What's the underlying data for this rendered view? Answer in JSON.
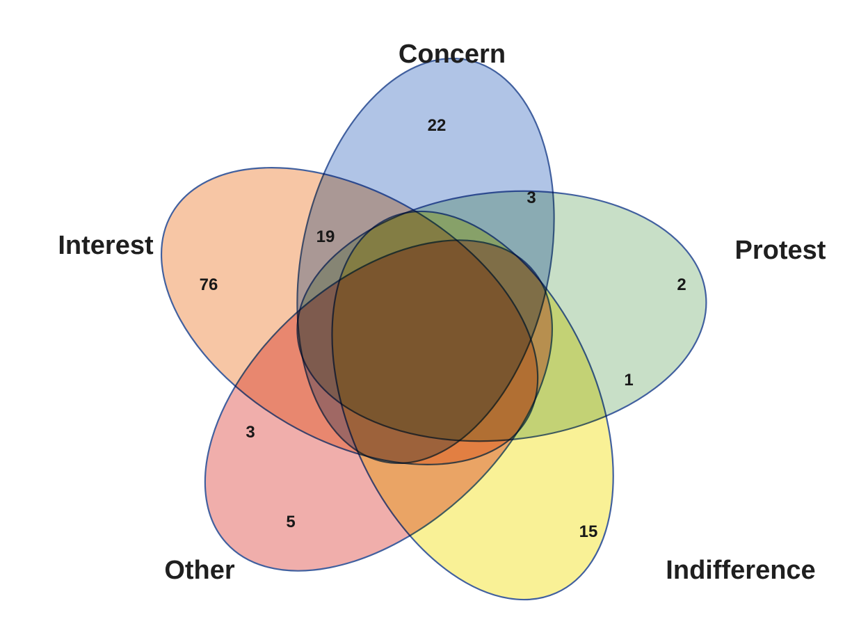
{
  "venn": {
    "background": "#ffffff",
    "outline_color": "#41609f",
    "text_color": "#1f1f1f",
    "sets": [
      {
        "label": "Concern",
        "count": "22",
        "color": "#7f9fd6"
      },
      {
        "label": "Protest",
        "count": "2",
        "color": "#a6cba4"
      },
      {
        "label": "Indifference",
        "count": "15",
        "color": "#f5e956"
      },
      {
        "label": "Other",
        "count": "5",
        "color": "#e77c78"
      },
      {
        "label": "Interest",
        "count": "76",
        "color": "#f2a36d"
      }
    ],
    "intersections": [
      {
        "sets": [
          "Concern",
          "Protest"
        ],
        "count": "3"
      },
      {
        "sets": [
          "Interest",
          "Concern"
        ],
        "count": "19"
      },
      {
        "sets": [
          "Protest",
          "Indifference"
        ],
        "count": "1"
      },
      {
        "sets": [
          "Other",
          "Interest"
        ],
        "count": "3"
      }
    ]
  }
}
